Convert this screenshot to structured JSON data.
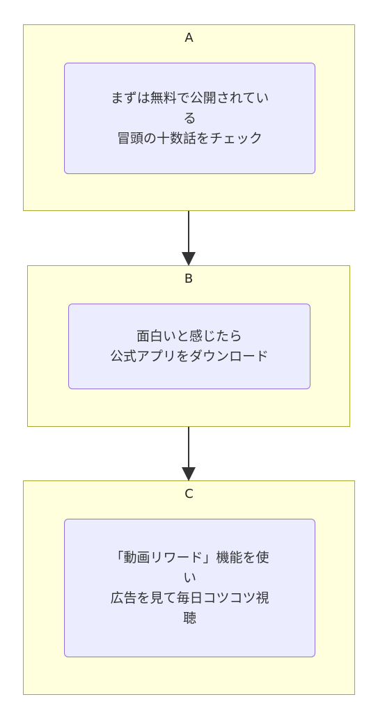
{
  "clusters": [
    {
      "title": "A",
      "node_lines": [
        "まずは無料で公開されてい",
        "る",
        "冒頭の十数話をチェック"
      ]
    },
    {
      "title": "B",
      "node_lines": [
        "面白いと感じたら",
        "公式アプリをダウンロード"
      ]
    },
    {
      "title": "C",
      "node_lines": [
        "「動画リワード」機能を使",
        "い",
        "広告を見て毎日コツコツ視",
        "聴"
      ]
    }
  ],
  "edges": [
    {
      "from": "A",
      "to": "B"
    },
    {
      "from": "B",
      "to": "C"
    }
  ],
  "colors": {
    "cluster_fill": "#ffffde",
    "cluster_border": "#aaaa33",
    "node_fill": "#ececff",
    "node_border": "#9370db",
    "edge": "#333333"
  }
}
